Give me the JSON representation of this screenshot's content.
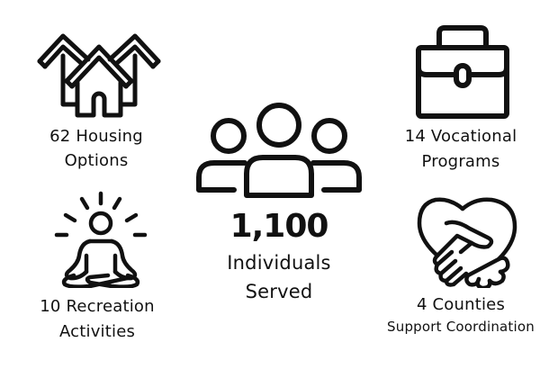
{
  "stats": {
    "housing": {
      "icon": "houses-icon",
      "line1": "62 Housing",
      "line2": "Options",
      "value": "62"
    },
    "vocational": {
      "icon": "briefcase-icon",
      "line1": "14 Vocational",
      "line2": "Programs",
      "value": "14"
    },
    "individuals": {
      "icon": "people-group-icon",
      "number": "1,100",
      "line1": "Individuals",
      "line2": "Served"
    },
    "recreation": {
      "icon": "meditation-icon",
      "line1": "10 Recreation",
      "line2": "Activities",
      "value": "10"
    },
    "counties": {
      "icon": "heart-handshake-icon",
      "line1": "4 Counties",
      "line2": "Support Coordination",
      "value": "4"
    }
  },
  "colors": {
    "background": "#ffffff",
    "foreground": "#111111"
  }
}
